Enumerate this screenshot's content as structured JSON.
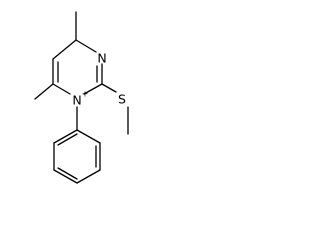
{
  "molecule": {
    "atoms": {
      "n3": "N",
      "n1": "N",
      "n1_charge": "+",
      "s": "S"
    }
  }
}
